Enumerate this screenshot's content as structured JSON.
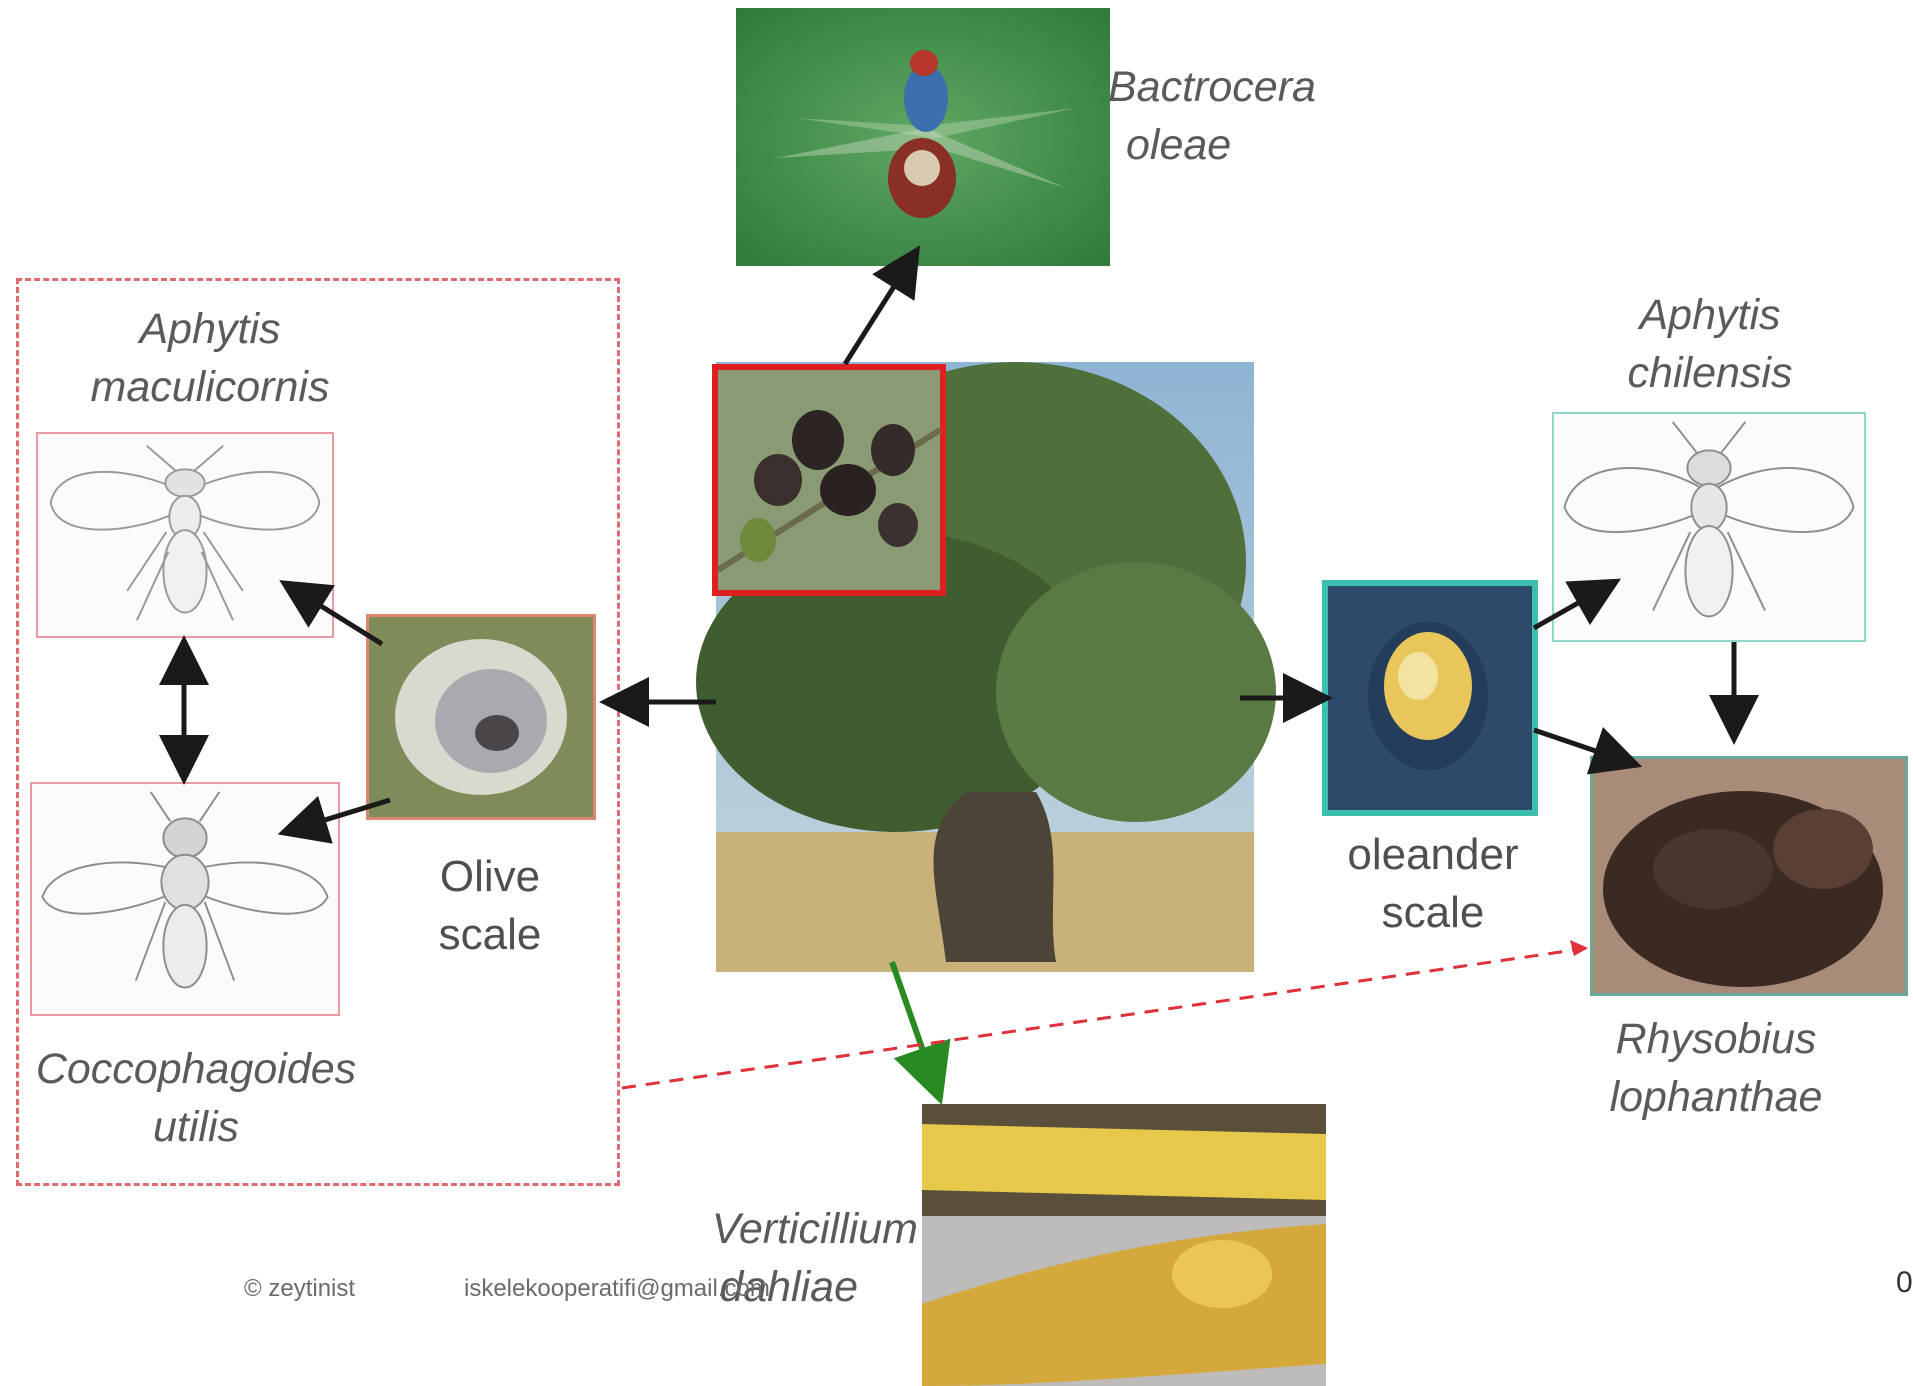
{
  "diagram": {
    "central_subject": "olive tree",
    "species_labels": {
      "bactrocera": {
        "line1": "Bactrocera",
        "line2": "oleae"
      },
      "aphytis_maculicornis": {
        "line1": "Aphytis",
        "line2": "maculicornis"
      },
      "coccophagoides": {
        "line1": "Coccophagoides",
        "line2": "utilis"
      },
      "aphytis_chilensis": {
        "line1": "Aphytis",
        "line2": "chilensis"
      },
      "rhysobius": {
        "line1": "Rhysobius",
        "line2": "lophanthae"
      },
      "verticillium": {
        "line1": "Verticillium",
        "line2": "dahliae"
      }
    },
    "common_labels": {
      "olive_scale": {
        "line1": "Olive",
        "line2": "scale"
      },
      "oleander_scale": {
        "line1": "oleander",
        "line2": "scale"
      }
    },
    "colors": {
      "olive_scale_group": "#e06a72",
      "fruit_highlight": "#e02020",
      "oleander_scale_group": "#3dbfb0",
      "pathogen_arrow": "#2a8a22",
      "arrow": "#1a1a1a",
      "dashed_link": "#e0303a"
    }
  },
  "footer": {
    "copyright": "© zeytinist",
    "email": "iskelekooperatifi@gmail.com",
    "page_fragment": "0"
  }
}
